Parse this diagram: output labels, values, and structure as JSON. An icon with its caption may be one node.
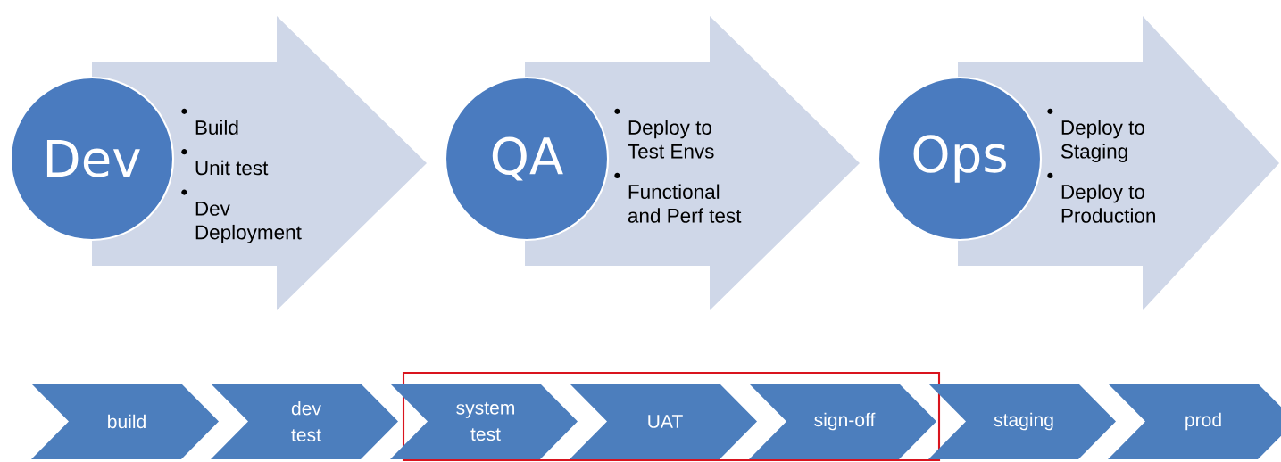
{
  "diagram": {
    "nodes": [
      {
        "text": [
          "Build",
          "Unit test",
          "Dev Deployment"
        ]
      },
      {
        "text": [
          "Dev"
        ]
      },
      {
        "text": [
          "Deploy to Test Envs",
          "Functional and Perf test"
        ]
      },
      {
        "text": [
          "QA"
        ]
      },
      {
        "text": [
          "Deploy to Staging",
          "Deploy to Production"
        ]
      },
      {
        "text": [
          "Ops"
        ]
      },
      {
        "text": [],
        "shape": "box"
      },
      {
        "text": [
          "build"
        ]
      },
      {
        "text": [
          "dev test"
        ]
      },
      {
        "text": [
          "system test"
        ]
      },
      {
        "text": [
          "UAT"
        ],
        "in": 6
      },
      {
        "text": [
          "sign-off"
        ],
        "in": 6
      },
      {
        "text": [
          "staging"
        ]
      },
      {
        "text": [
          "prod"
        ]
      }
    ]
  }
}
